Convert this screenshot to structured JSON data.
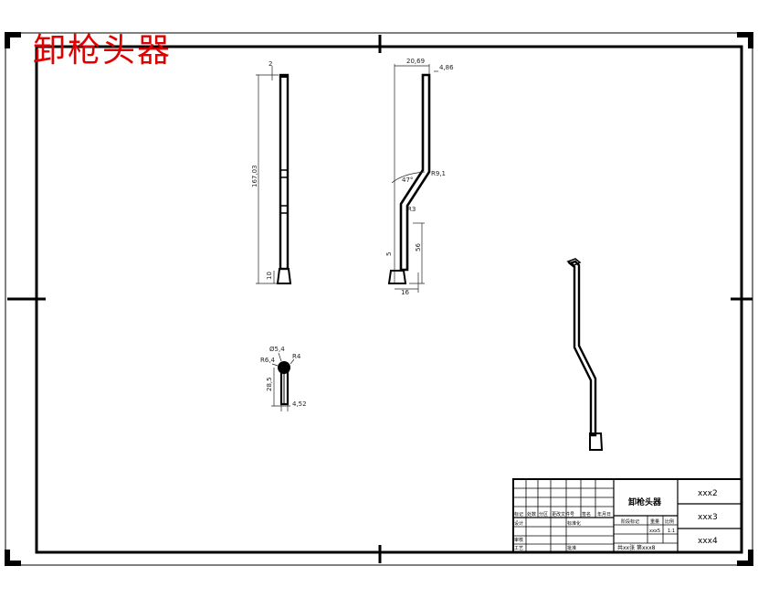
{
  "title_red": "卸枪头器",
  "colors": {
    "title": "#e00000",
    "line": "#000000",
    "dim": "#222222"
  },
  "view1": {
    "dim_top": "2",
    "dim_length": "167,03",
    "dim_bottom": "10"
  },
  "view2": {
    "dim_top_width": "20,69",
    "dim_top_small": "4,86",
    "dim_angle": "47°",
    "dim_r1": "R9,1",
    "dim_r2": "R3",
    "dim_height": "56",
    "dim_left": "5",
    "dim_bottom_width": "16"
  },
  "view3": {
    "dim_dia_top": "Ø5,4",
    "dim_r_left": "R6,4",
    "dim_r_right": "R4",
    "dim_height": "28,5",
    "dim_width": "4,52"
  },
  "title_block": {
    "part_name": "卸枪头器",
    "code1": "xxx2",
    "code2": "xxx3",
    "code3": "xxx4",
    "col_mark": "标记",
    "col_count": "处数",
    "col_zone": "分区",
    "col_change_no": "更改文件号",
    "col_sign": "签名",
    "col_date": "年月日",
    "row_design": "设计",
    "row_standard": "标准化",
    "row_check": "审核",
    "row_process": "工艺",
    "row_approve": "批准",
    "stage_label": "阶段标记",
    "weight_label": "重量",
    "scale_label": "比例",
    "scale_value": "1:1",
    "unit_label": "xxx5",
    "sheets_text": "共xx张 第xxx8"
  }
}
